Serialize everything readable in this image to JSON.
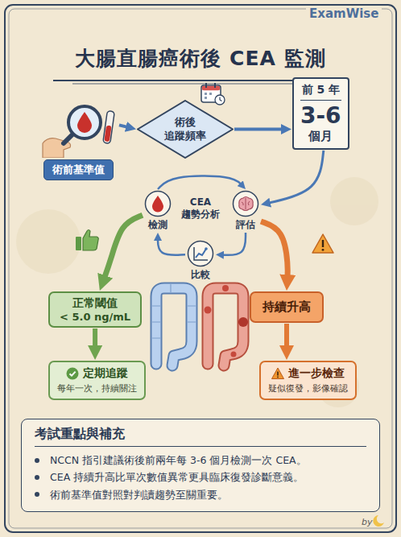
{
  "diagram": {
    "title": "大腸直腸癌術後 CEA 監測",
    "nodes": [
      {
        "text": [
          "術前基準值"
        ]
      },
      {
        "text": [
          "術後 追蹤頻率"
        ]
      },
      {
        "text": [
          "前 5 年",
          "3-6",
          "個月"
        ]
      },
      {
        "text": [
          "檢測"
        ]
      },
      {
        "text": [
          "評估"
        ]
      },
      {
        "text": [
          "比較"
        ]
      },
      {
        "text": [
          "正常閾值",
          "< 5.0 ng/mL"
        ]
      },
      {
        "text": [
          "持續升高"
        ]
      },
      {
        "text": [
          "定期追蹤",
          "每年一次，持續關注"
        ]
      },
      {
        "text": [
          "進一步檢查",
          "疑似復發，影像確認"
        ]
      },
      {
        "text": [
          "考試重點與補充",
          "NCCN 指引建議術後前兩年每 3-6 個月檢測一次 CEA。",
          "CEA 持續升高比單次數值異常更具臨床復發診斷意義。",
          "術前基準值對照對判讀趨勢至關重要。"
        ]
      }
    ],
    "edges": [
      {
        "from": 0,
        "to": 1,
        "arrow": "to"
      },
      {
        "from": 1,
        "to": 2,
        "arrow": "to"
      },
      {
        "from": 2,
        "to": 4,
        "arrow": "to"
      },
      {
        "from": 3,
        "to": 4,
        "arrow": "to"
      },
      {
        "from": 4,
        "to": 5,
        "arrow": "to"
      },
      {
        "from": 5,
        "to": 3,
        "arrow": "to"
      },
      {
        "from": 3,
        "to": 6,
        "arrow": "to"
      },
      {
        "from": 4,
        "to": 7,
        "arrow": "to"
      },
      {
        "from": 6,
        "to": 8,
        "arrow": "to"
      },
      {
        "from": 7,
        "to": 9,
        "arrow": "to"
      }
    ],
    "labels": [
      "ExamWise",
      "CEA 趨勢分析",
      "by"
    ]
  }
}
